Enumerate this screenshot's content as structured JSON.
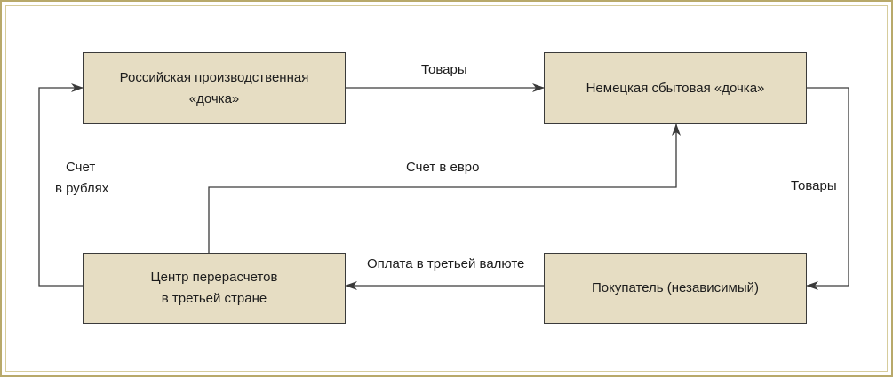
{
  "colors": {
    "box_fill": "#e6ddc3",
    "frame": "#b8a96a",
    "line": "#3a3a3a"
  },
  "boxes": {
    "russian_subsidiary": {
      "line1": "Российская производственная",
      "line2": "«дочка»"
    },
    "german_subsidiary": {
      "line1": "Немецкая сбытовая «дочка»"
    },
    "clearing_center": {
      "line1": "Центр перерасчетов",
      "line2": "в третьей стране"
    },
    "buyer": {
      "line1": "Покупатель (независимый)"
    }
  },
  "flows": {
    "goods_top": "Товары",
    "goods_right": "Товары",
    "invoice_euro": "Счет в евро",
    "invoice_rubles_line1": "Счет",
    "invoice_rubles_line2": "в рублях",
    "payment_third_currency": "Оплата в третьей валюте"
  }
}
